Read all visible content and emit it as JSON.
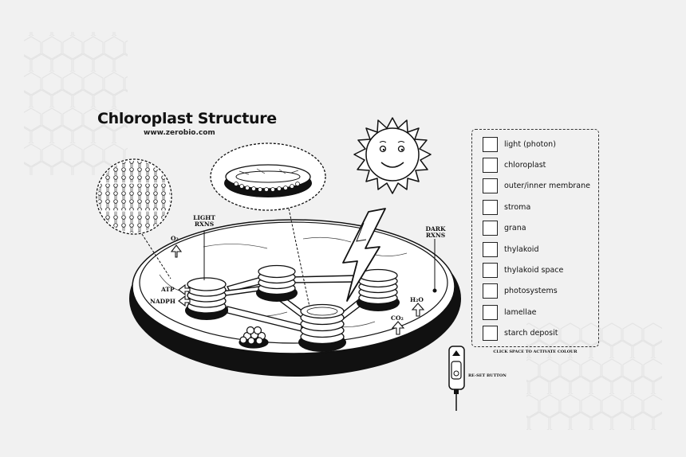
{
  "header": {
    "title": "Chloroplast Structure",
    "website": "www.zerobio.com"
  },
  "diagram": {
    "light_rxns_label": "LIGHT RXNS",
    "dark_rxns_label": "DARK RXNS",
    "o2_label": "O₂",
    "atp_label": "ATP",
    "nadph_label": "NADPH",
    "h2o_label": "H₂O",
    "co2_label": "CO₂"
  },
  "legend": {
    "items": [
      {
        "label": "light (photon)"
      },
      {
        "label": "chloroplast"
      },
      {
        "label": "outer/inner membrane"
      },
      {
        "label": "stroma"
      },
      {
        "label": "grana"
      },
      {
        "label": "thylakoid"
      },
      {
        "label": "thylakoid space"
      },
      {
        "label": "photosystems"
      },
      {
        "label": "lamellae"
      },
      {
        "label": "starch deposit"
      }
    ],
    "hint": "CLICK SPACE TO ACTIVATE COLOUR"
  },
  "controls": {
    "reset_label": "RE-SET BUTTON"
  },
  "colors": {
    "background": "#f1f1f1",
    "ink": "#111111",
    "hexagon_pattern": "#e4e4e4"
  }
}
